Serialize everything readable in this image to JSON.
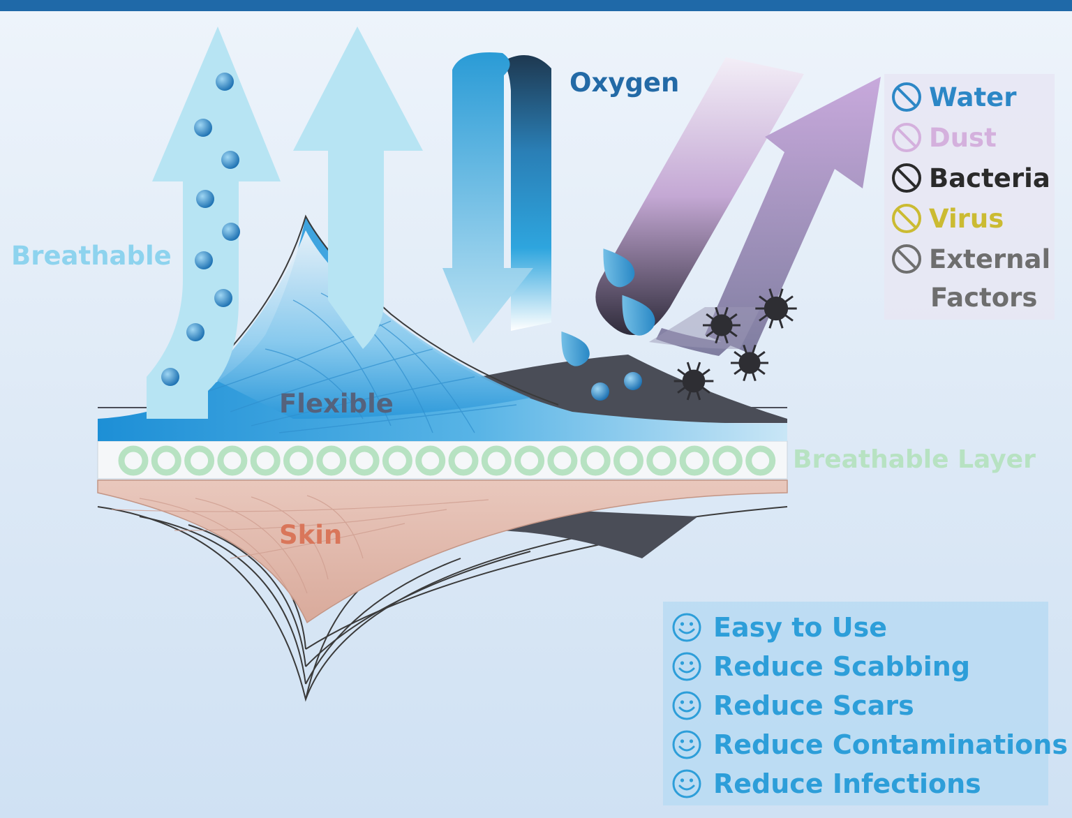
{
  "labels": {
    "breathable": "Breathable",
    "oxygen": "Oxygen",
    "flexible": "Flexible",
    "skin": "Skin",
    "breathable_layer": "Breathable Layer"
  },
  "blocked": {
    "items": [
      {
        "label": "Water",
        "color": "#2c87c6"
      },
      {
        "label": "Dust",
        "color": "#d4b0dd"
      },
      {
        "label": "Bacteria",
        "color": "#2a2a2a"
      },
      {
        "label": "Virus",
        "color": "#cbbb32"
      },
      {
        "label": "External",
        "color": "#6e6e6e"
      }
    ],
    "continuation": "Factors"
  },
  "benefits": [
    {
      "label": "Easy to Use"
    },
    {
      "label": "Reduce Scabbing"
    },
    {
      "label": "Reduce Scars"
    },
    {
      "label": "Reduce Contaminations"
    },
    {
      "label": "Reduce Infections"
    }
  ],
  "colors": {
    "top_bar": "#1f69a8",
    "breathable_arrow": "#b7e4f3",
    "droplet": "#2a8dc8",
    "breathable_layer_ring": "#b7e2c2",
    "skin": "#e2bdb0",
    "barrier_arrow": "#c9b0da",
    "bacteria": "#2e2e33"
  },
  "icons": {
    "blocked": "prohibited-circle-icon",
    "benefit": "smiley-face-icon",
    "particle": "bacteria-icon",
    "moisture": "water-drop-icon"
  }
}
